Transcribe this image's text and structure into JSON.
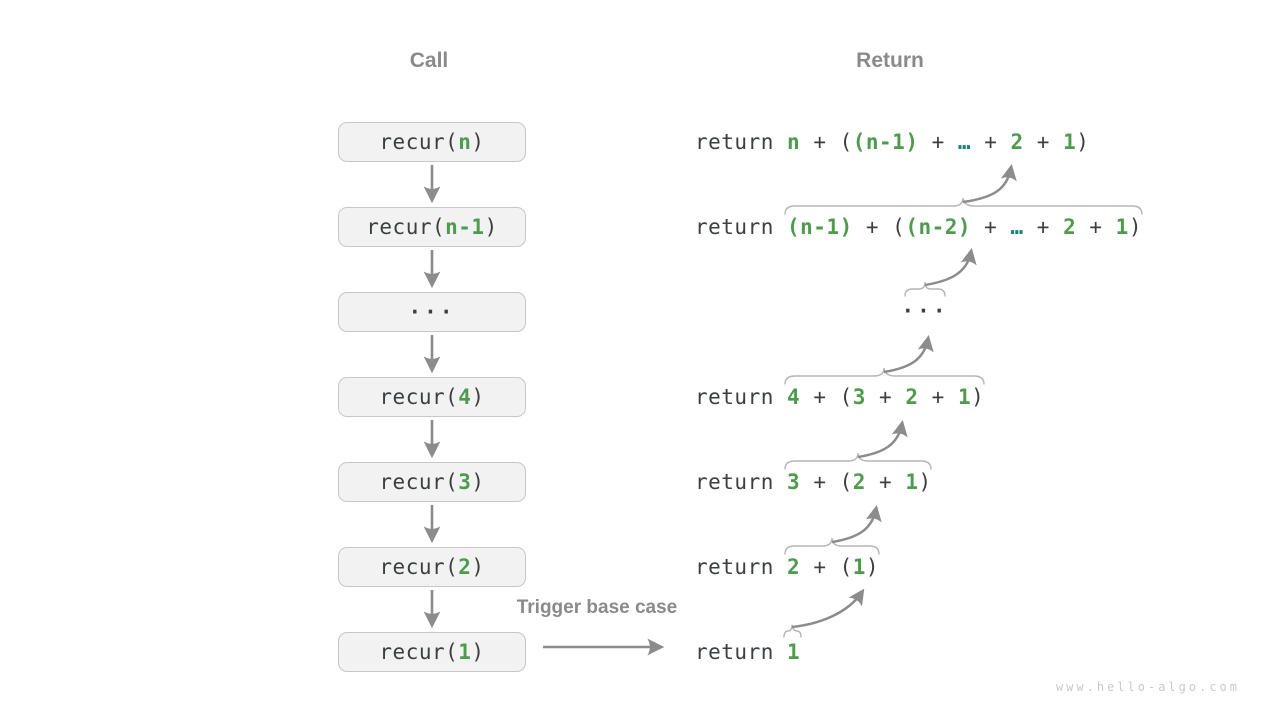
{
  "headers": {
    "call": "Call",
    "return": "Return"
  },
  "trigger_label": "Trigger base case",
  "watermark": "www.hello-algo.com",
  "colors": {
    "green": "#4e9b4e",
    "teal": "#17807d",
    "dark_text": "#3b3f41",
    "muted_label": "#8a8a8a",
    "arrow": "#8c8c8c",
    "brace": "#b5b5b5",
    "box_bg": "#f2f2f2",
    "box_border": "#c7c7c7",
    "watermark": "#c9c9c9"
  },
  "call_boxes": [
    {
      "segments": [
        {
          "t": "recur(",
          "c": "dark"
        },
        {
          "t": "n",
          "c": "green"
        },
        {
          "t": ")",
          "c": "dark"
        }
      ]
    },
    {
      "segments": [
        {
          "t": "recur(",
          "c": "dark"
        },
        {
          "t": "n-1",
          "c": "green"
        },
        {
          "t": ")",
          "c": "dark"
        }
      ]
    },
    {
      "segments": [
        {
          "t": "···",
          "c": "dark"
        }
      ]
    },
    {
      "segments": [
        {
          "t": "recur(",
          "c": "dark"
        },
        {
          "t": "4",
          "c": "green"
        },
        {
          "t": ")",
          "c": "dark"
        }
      ]
    },
    {
      "segments": [
        {
          "t": "recur(",
          "c": "dark"
        },
        {
          "t": "3",
          "c": "green"
        },
        {
          "t": ")",
          "c": "dark"
        }
      ]
    },
    {
      "segments": [
        {
          "t": "recur(",
          "c": "dark"
        },
        {
          "t": "2",
          "c": "green"
        },
        {
          "t": ")",
          "c": "dark"
        }
      ]
    },
    {
      "segments": [
        {
          "t": "recur(",
          "c": "dark"
        },
        {
          "t": "1",
          "c": "green"
        },
        {
          "t": ")",
          "c": "dark"
        }
      ]
    }
  ],
  "return_rows": [
    {
      "segments": [
        {
          "t": "return ",
          "c": "dark"
        },
        {
          "t": "n",
          "c": "green"
        },
        {
          "t": " + (",
          "c": "dark"
        },
        {
          "t": "(n-1)",
          "c": "green"
        },
        {
          "t": " + ",
          "c": "dark"
        },
        {
          "t": "…",
          "c": "teal"
        },
        {
          "t": " + ",
          "c": "dark"
        },
        {
          "t": "2",
          "c": "green"
        },
        {
          "t": " + ",
          "c": "dark"
        },
        {
          "t": "1",
          "c": "green"
        },
        {
          "t": ")",
          "c": "dark"
        }
      ]
    },
    {
      "segments": [
        {
          "t": "return ",
          "c": "dark"
        },
        {
          "t": "(n-1)",
          "c": "green"
        },
        {
          "t": " + (",
          "c": "dark"
        },
        {
          "t": "(n-2)",
          "c": "green"
        },
        {
          "t": " + ",
          "c": "dark"
        },
        {
          "t": "…",
          "c": "teal"
        },
        {
          "t": " + ",
          "c": "dark"
        },
        {
          "t": "2",
          "c": "green"
        },
        {
          "t": " + ",
          "c": "dark"
        },
        {
          "t": "1",
          "c": "green"
        },
        {
          "t": ")",
          "c": "dark"
        }
      ]
    },
    {
      "segments": [
        {
          "t": "···",
          "c": "dark"
        }
      ]
    },
    {
      "segments": [
        {
          "t": "return ",
          "c": "dark"
        },
        {
          "t": "4",
          "c": "green"
        },
        {
          "t": " + (",
          "c": "dark"
        },
        {
          "t": "3",
          "c": "green"
        },
        {
          "t": " + ",
          "c": "dark"
        },
        {
          "t": "2",
          "c": "green"
        },
        {
          "t": " + ",
          "c": "dark"
        },
        {
          "t": "1",
          "c": "green"
        },
        {
          "t": ")",
          "c": "dark"
        }
      ]
    },
    {
      "segments": [
        {
          "t": "return ",
          "c": "dark"
        },
        {
          "t": "3",
          "c": "green"
        },
        {
          "t": " + (",
          "c": "dark"
        },
        {
          "t": "2",
          "c": "green"
        },
        {
          "t": " + ",
          "c": "dark"
        },
        {
          "t": "1",
          "c": "green"
        },
        {
          "t": ")",
          "c": "dark"
        }
      ]
    },
    {
      "segments": [
        {
          "t": "return ",
          "c": "dark"
        },
        {
          "t": "2",
          "c": "green"
        },
        {
          "t": " + (",
          "c": "dark"
        },
        {
          "t": "1",
          "c": "green"
        },
        {
          "t": ")",
          "c": "dark"
        }
      ]
    },
    {
      "segments": [
        {
          "t": "return ",
          "c": "dark"
        },
        {
          "t": "1",
          "c": "green"
        }
      ]
    }
  ]
}
